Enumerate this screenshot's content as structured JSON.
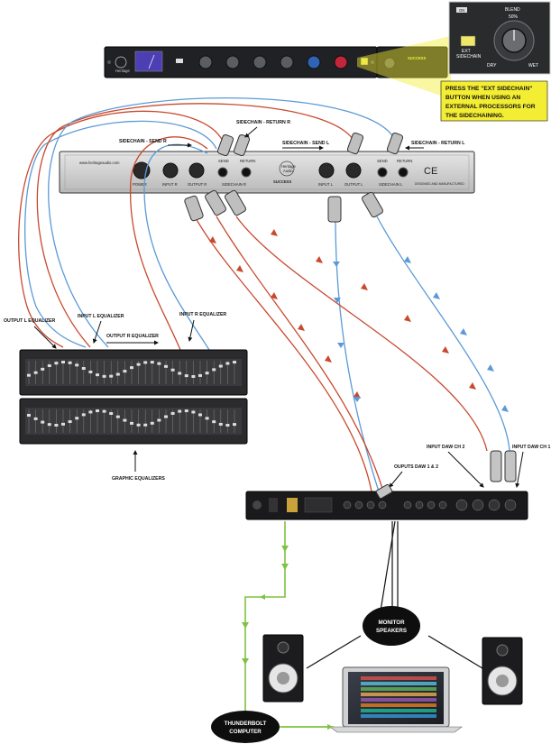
{
  "labels": {
    "sidechain_return_r": "SIDECHAIN - RETURN R",
    "sidechain_send_r": "SIDECHAIN - SEND R",
    "sidechain_send_l": "SIDECHAIN - SEND L",
    "sidechain_return_l": "SIDECHAIN - RETURN L",
    "output_l_equalizer": "OUTPUT L EQUALIZER",
    "input_l_equalizer": "INPUT L EQUALIZER",
    "output_r_equalizer": "OUTPUT R EQUALIZER",
    "input_r_equalizer": "INPUT R EQUALIZER",
    "graphic_equalizers": "GRAPHIC EQUALIZERS",
    "input_daw_ch2": "INPUT DAW CH 2",
    "input_daw_ch1": "INPUT DAW CH 1",
    "outputs_daw": "OUPUTS DAW 1 & 2",
    "monitor_speakers_1": "MONITOR",
    "monitor_speakers_2": "SPEAKERS",
    "thunderbolt_1": "THUNDERBOLT",
    "thunderbolt_2": "COMPUTER"
  },
  "callout": {
    "line1": "PRESS THE \"EXT SIDECHAIN\"",
    "line2": "BUTTON WHEN USING AN",
    "line3": "EXTERNAL PROCESSORS FOR",
    "line4": "THE SIDECHAINING."
  },
  "inset": {
    "on": "ON",
    "blend": "BLEND",
    "blend_value": "50%",
    "ext": "EXT",
    "sidechain": "SIDECHAIN",
    "dry": "DRY",
    "wet": "WET"
  },
  "rear_panel": {
    "url": "www.heritageaudio.com",
    "power": "POWER",
    "input_r": "INPUT R",
    "output_r": "OUTPUT R",
    "sidechain_r": "SIDECHAIN R",
    "send": "SEND",
    "return": "RETURN",
    "brand_1": "Heritage",
    "brand_2": "Audio",
    "model": "SUCCESS",
    "input_l": "INPUT L",
    "output_l": "OUTPUT L",
    "sidechain_l": "SIDECHAIN L",
    "ce": "CE",
    "made": "DESIGNED AND MANUFACTURED"
  },
  "front_panel": {
    "brand_1": "Heritage",
    "brand_2": "Audio",
    "model": "SUCCESS"
  },
  "colors": {
    "red_cable": "#c8492e",
    "blue_cable": "#5b9ad6",
    "green_cable": "#7fc241",
    "callout_yellow": "#f3ed33",
    "black": "#111111"
  }
}
